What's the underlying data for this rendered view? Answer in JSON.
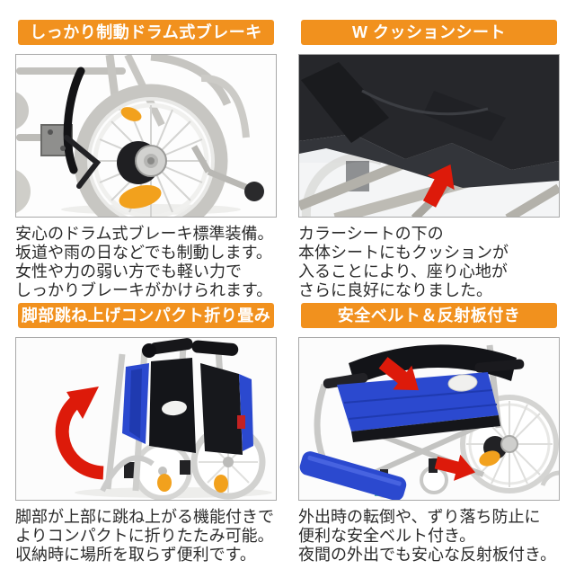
{
  "colors": {
    "accent": "#f1911e",
    "arrow": "#dd1a0a",
    "blue": "#2b49cf",
    "reflector": "#f2a11d",
    "text": "#2b2b2b",
    "header_text": "#ffffff",
    "photo_border": "#a8a8a8"
  },
  "sections": [
    {
      "id": "drum-brake",
      "header": "しっかり制動ドラム式ブレーキ",
      "photo_alt": "drum-brake-wheel-photo",
      "desc_lines": [
        "安心のドラム式ブレーキ標準装備。",
        "坂道や雨の日などでも制動します。",
        "女性や力の弱い方でも軽い力で",
        "しっかりブレーキがかけられます。"
      ]
    },
    {
      "id": "w-cushion",
      "header": "W クッションシート",
      "photo_alt": "cushion-seat-photo",
      "desc_lines": [
        "カラーシートの下の",
        "本体シートにもクッションが",
        "入ることにより、座り心地が",
        "さらに良好になりました。"
      ]
    },
    {
      "id": "folding",
      "header": "脚部跳ね上げコンパクト折り畳み",
      "photo_alt": "folded-wheelchair-photo",
      "desc_lines": [
        "脚部が上部に跳ね上がる機能付きで",
        "よりコンパクトに折りたたみ可能。",
        "収納時に場所を取らず便利です。"
      ]
    },
    {
      "id": "safety-belt",
      "header": "安全ベルト＆反射板付き",
      "photo_alt": "safety-belt-reflector-photo",
      "desc_lines": [
        "外出時の転倒や、ずり落ち防止に",
        "便利な安全ベルト付き。",
        "夜間の外出でも安心な反射板付き。"
      ]
    }
  ]
}
